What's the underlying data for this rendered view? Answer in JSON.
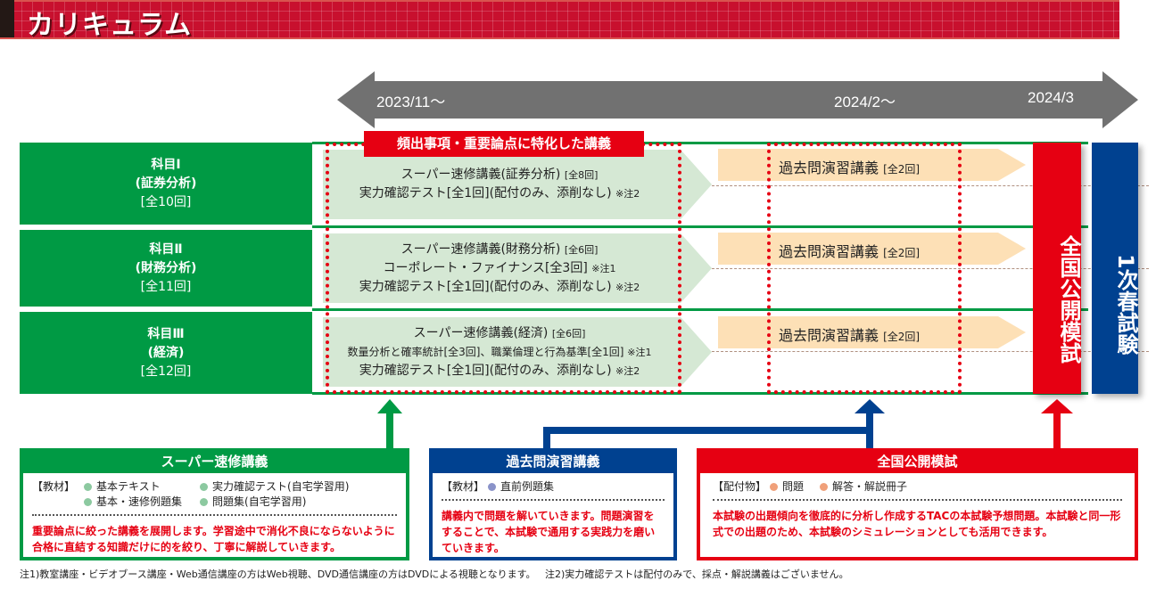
{
  "header": {
    "title": "カリキュラム"
  },
  "timeline": {
    "start": "2023/11〜",
    "mid": "2024/2〜",
    "end": "2024/3"
  },
  "focus_label": "頻出事項・重要論点に特化した講義",
  "subjects": [
    {
      "name": "科目Ⅰ",
      "field": "(証券分析)",
      "count": "[全10回]",
      "lines": [
        {
          "text": "スーパー速修講義(証券分析)",
          "note": "[全8回]"
        },
        {
          "text": "実力確認テスト[全1回](配付のみ、添削なし)",
          "note": "※注2"
        }
      ]
    },
    {
      "name": "科目Ⅱ",
      "field": "(財務分析)",
      "count": "[全11回]",
      "lines": [
        {
          "text": "スーパー速修講義(財務分析)",
          "note": "[全6回]"
        },
        {
          "text": "コーポレート・ファイナンス[全3回]",
          "note": "※注1"
        },
        {
          "text": "実力確認テスト[全1回](配付のみ、添削なし)",
          "note": "※注2"
        }
      ]
    },
    {
      "name": "科目Ⅲ",
      "field": "(経済)",
      "count": "[全12回]",
      "lines": [
        {
          "text": "スーパー速修講義(経済)",
          "note": "[全6回]"
        },
        {
          "text": "数量分析と確率統計[全3回]、職業倫理と行為基準[全1回]",
          "note": "※注1"
        },
        {
          "text": "実力確認テスト[全1回](配付のみ、添削なし)",
          "note": "※注2"
        }
      ]
    }
  ],
  "past_exam": {
    "label": "過去問演習講義",
    "count": "[全2回]"
  },
  "mock_exam": "全国公開模試",
  "first_exam": "1次春試験",
  "colors": {
    "green": "#009a44",
    "blue": "#004190",
    "red": "#e60012",
    "header_red": "#c8102e"
  },
  "boxes": {
    "super": {
      "title": "スーパー速修講義",
      "tag": "【教材】",
      "items": [
        "基本テキスト",
        "実力確認テスト(自宅学習用)",
        "基本・速修例題集",
        "問題集(自宅学習用)"
      ],
      "desc": "重要論点に絞った講義を展開します。学習途中で消化不良にならないように合格に直結する知識だけに的を絞り、丁寧に解説していきます。"
    },
    "past": {
      "title": "過去問演習講義",
      "tag": "【教材】",
      "items": [
        "直前例題集"
      ],
      "desc": "講義内で問題を解いていきます。問題演習をすることで、本試験で通用する実践力を磨いていきます。"
    },
    "mock": {
      "title": "全国公開模試",
      "tag": "【配付物】",
      "items": [
        "問題",
        "解答・解説冊子"
      ],
      "desc": "本試験の出題傾向を徹底的に分析し作成するTACの本試験予想問題。本試験と同一形式での出題のため、本試験のシミュレーションとしても活用できます。"
    }
  },
  "footnotes": [
    "注1)教室講座・ビデオブース講座・Web通信講座の方はWeb視聴、DVD通信講座の方はDVDによる視聴となります。",
    "注2)実力確認テストは配付のみで、採点・解説講義はございません。"
  ]
}
